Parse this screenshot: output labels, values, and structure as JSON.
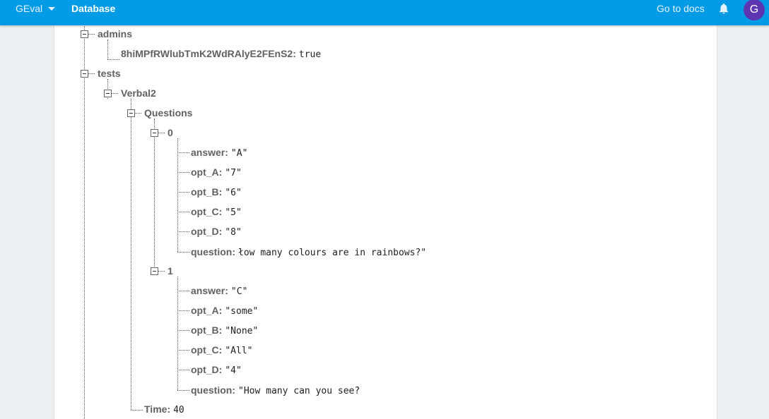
{
  "topbar": {
    "project": "GEval",
    "section": "Database",
    "docs": "Go to docs",
    "avatar_initial": "G"
  },
  "tree": {
    "admins": {
      "key": "admins",
      "uid_key": "8hiMPfRWlubTmK2WdRAlyE2FEnS2",
      "uid_value": "true"
    },
    "tests": {
      "key": "tests",
      "verbal": {
        "key": "Verbal2",
        "questions": {
          "key": "Questions",
          "items": [
            {
              "key": "0",
              "fields": [
                {
                  "key": "answer",
                  "value": "\"A\""
                },
                {
                  "key": "opt_A",
                  "value": "\"7\""
                },
                {
                  "key": "opt_B",
                  "value": "\"6\""
                },
                {
                  "key": "opt_C",
                  "value": "\"5\""
                },
                {
                  "key": "opt_D",
                  "value": "\"8\""
                },
                {
                  "key": "question",
                  "value": "łow many colours are in rainbows?\""
                }
              ]
            },
            {
              "key": "1",
              "fields": [
                {
                  "key": "answer",
                  "value": "\"C\""
                },
                {
                  "key": "opt_A",
                  "value": "\"some\""
                },
                {
                  "key": "opt_B",
                  "value": "\"None\""
                },
                {
                  "key": "opt_C",
                  "value": "\"All\""
                },
                {
                  "key": "opt_D",
                  "value": "\"4\""
                },
                {
                  "key": "question",
                  "value": "\"How many can you see?"
                }
              ]
            }
          ]
        },
        "time": {
          "key": "Time",
          "value": "40"
        }
      }
    }
  },
  "colors": {
    "topbar": "#039be5",
    "avatar": "#5e35b1",
    "key_text": "#616161"
  }
}
